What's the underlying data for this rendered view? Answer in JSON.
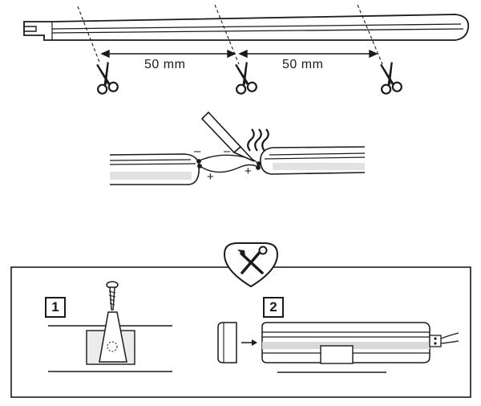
{
  "cut_diagram": {
    "dimension_1": "50 mm",
    "dimension_2": "50 mm",
    "cut_icons": [
      "scissors-icon",
      "scissors-icon",
      "scissors-icon"
    ]
  },
  "solder_diagram": {
    "polarity_minus": "–",
    "polarity_plus": "+",
    "tool_icon": "soldering-iron-icon"
  },
  "install_panel": {
    "badge_icon": "tools-icon",
    "step_1_number": "1",
    "step_2_number": "2"
  },
  "colors": {
    "line": "#1a1a1a",
    "fill": "#ffffff",
    "shade": "#d8d8d8"
  }
}
